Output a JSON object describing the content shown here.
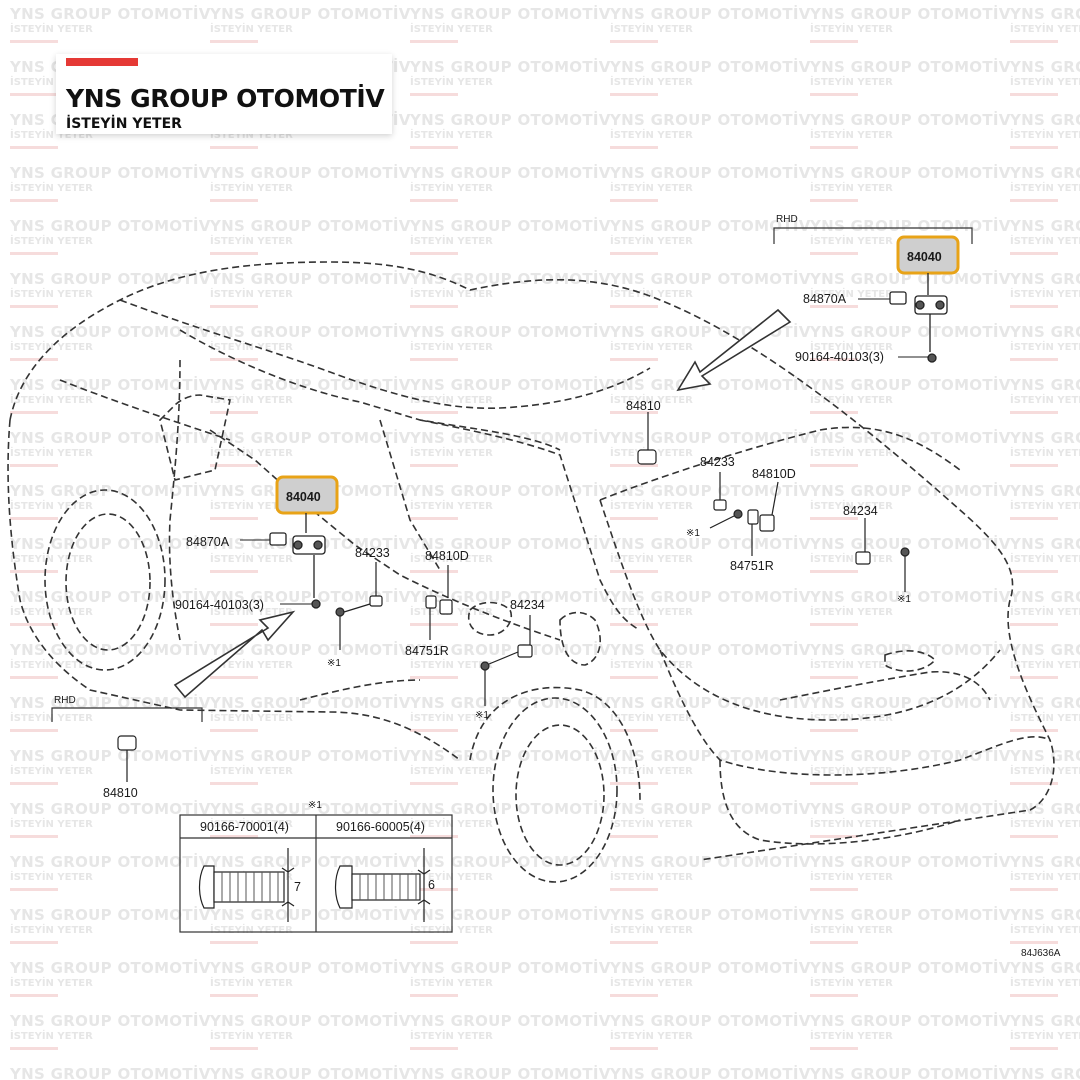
{
  "brand": {
    "title": "YNS GROUP OTOMOTİV",
    "subtitle": "İSTEYİN YETER",
    "accent_color": "#e53935"
  },
  "watermark": {
    "line1": "YNS GROUP OTOMOTİV",
    "line2": "İSTEYİN YETER"
  },
  "diagram": {
    "highlight_color": "#e8a317",
    "rhd_label": "RHD",
    "rhd_right": {
      "part_highlight": "84040",
      "part_a": "84870A",
      "screw": "90164-40103(3)"
    },
    "left_group": {
      "part_highlight": "84040",
      "part_a": "84870A",
      "screw": "90164-40103(3)",
      "p84233": "84233",
      "p84810d": "84810D",
      "p84751r": "84751R",
      "p84234": "84234",
      "mark1": "※1",
      "mark2": "※1"
    },
    "right_group": {
      "p84810": "84810",
      "p84233": "84233",
      "p84810d": "84810D",
      "p84751r": "84751R",
      "p84234": "84234",
      "mark1": "※1",
      "mark2": "※1"
    },
    "lhd_label": "RHD",
    "lhd_part": "84810",
    "table": {
      "note": "※1",
      "col1": "90166-70001(4)",
      "col2": "90166-60005(4)",
      "dim1": "7",
      "dim2": "6"
    },
    "figure_code": "84J636A"
  }
}
